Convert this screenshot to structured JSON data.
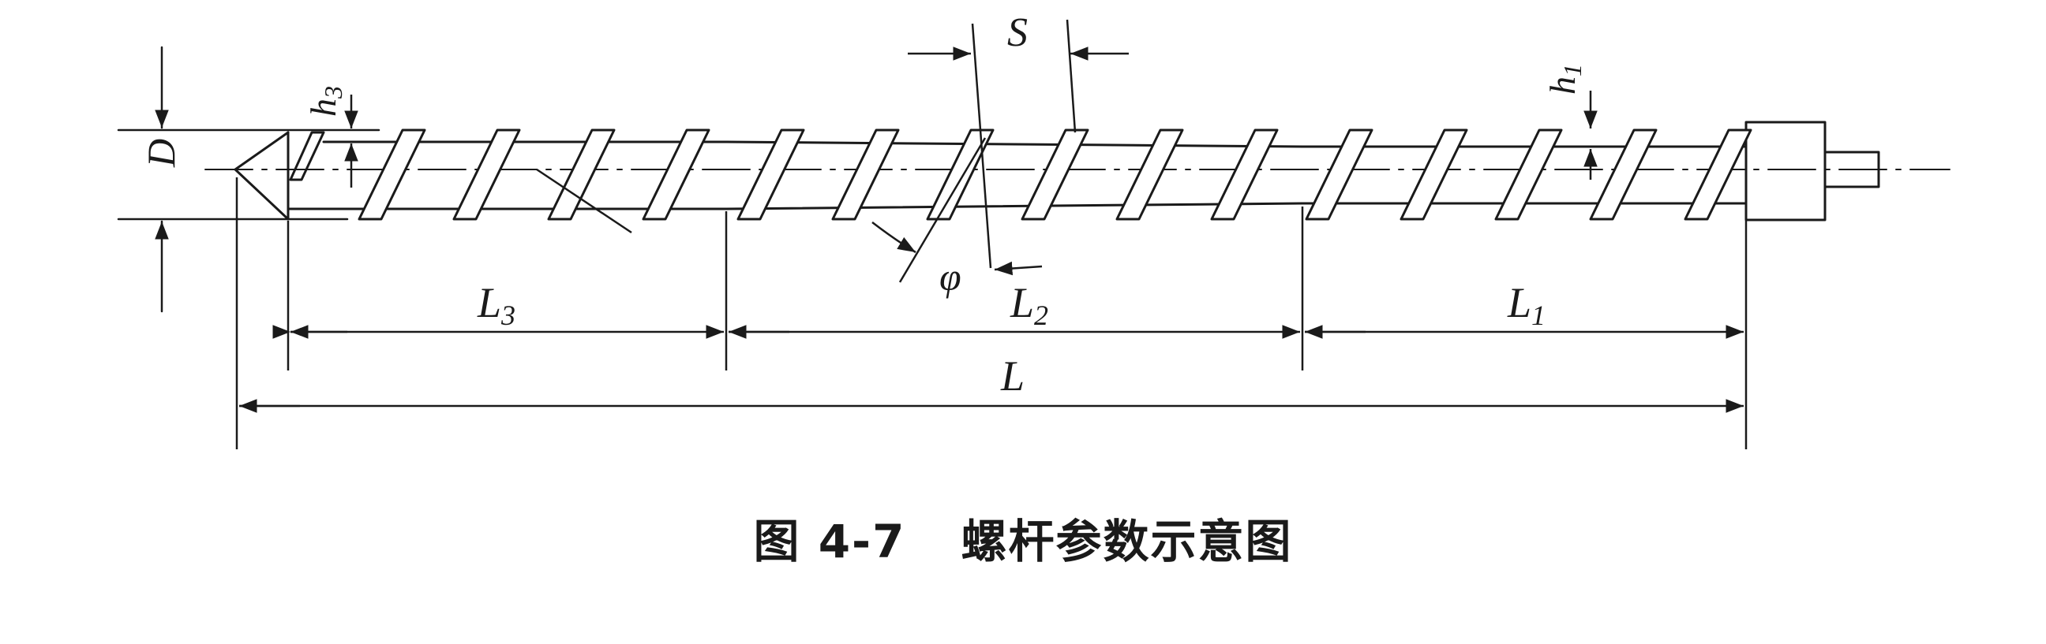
{
  "figure": {
    "caption_number": "图 4-7",
    "caption_title": "螺杆参数示意图"
  },
  "labels": {
    "D": "D",
    "h3_base": "h",
    "h3_sub": "3",
    "S": "S",
    "h1_base": "h",
    "h1_sub": "1",
    "phi": "φ",
    "L3_base": "L",
    "L3_sub": "3",
    "L2_base": "L",
    "L2_sub": "2",
    "L1_base": "L",
    "L1_sub": "1",
    "L": "L"
  },
  "colors": {
    "ink": "#1a1a1a",
    "background": "#ffffff"
  }
}
